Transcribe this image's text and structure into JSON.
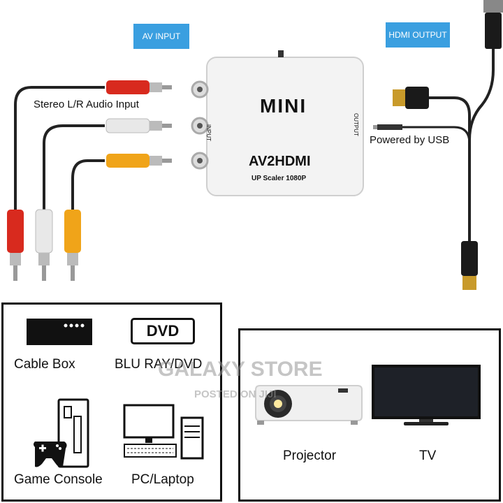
{
  "tags": {
    "av_input": "AV INPUT",
    "hdmi_output": "HDMI OUTPUT"
  },
  "converter": {
    "brand": "MINI",
    "model": "AV2HDMI",
    "subtitle": "UP Scaler 1080P",
    "input_label": "INPUT",
    "output_label": "OUTPUT"
  },
  "labels": {
    "stereo": "Stereo L/R Audio Input",
    "usb": "Powered by USB"
  },
  "sources": {
    "cable_box": "Cable Box",
    "dvd_logo": "DVD",
    "bluray": "BLU RAY/DVD",
    "game_console": "Game Console",
    "pc": "PC/Laptop"
  },
  "outputs": {
    "projector": "Projector",
    "tv": "TV"
  },
  "watermark": {
    "store": "GALAXY STORE",
    "posted": "POSTED ON JIJI"
  },
  "colors": {
    "tag_blue": "#3a9fe0",
    "red_plug": "#d82a1e",
    "white_plug": "#e8e8e8",
    "yellow_plug": "#f0a419"
  }
}
